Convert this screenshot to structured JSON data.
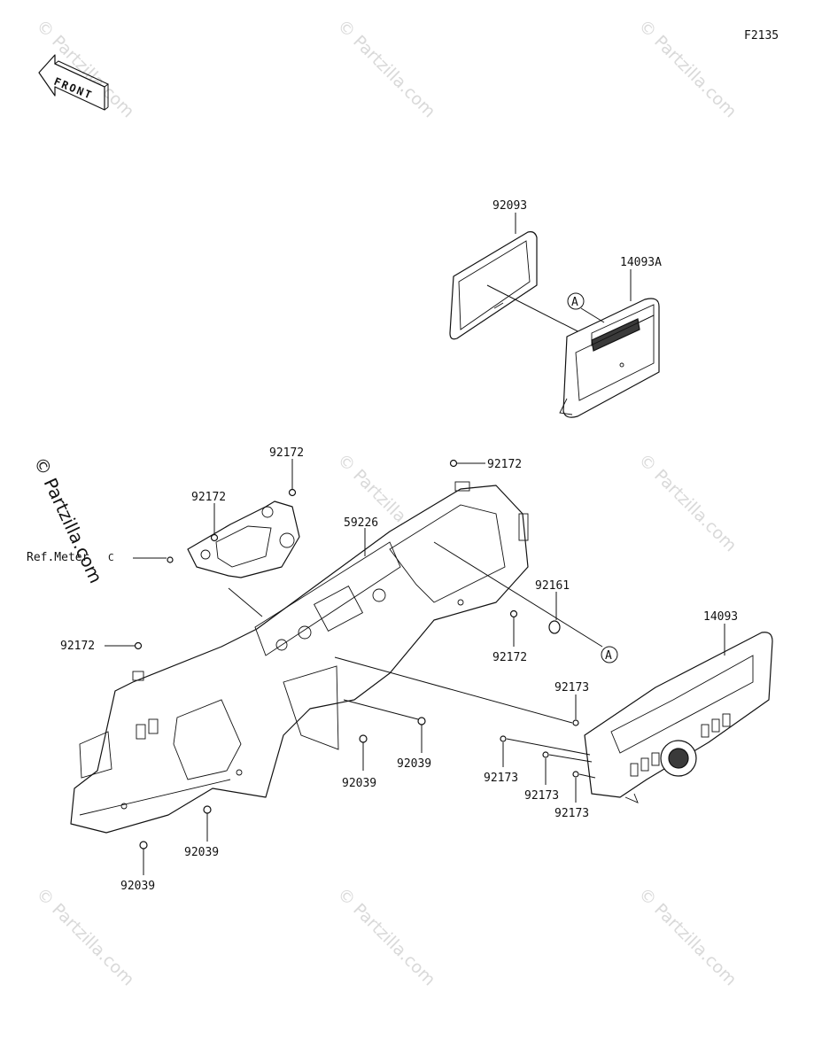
{
  "figure_code": "F2135",
  "front_arrow": {
    "label": "FRONT"
  },
  "watermark": "© Partzilla.com",
  "copyright": "© Partzilla.com",
  "ref_label": "Ref.Meter",
  "ref_circle": "C",
  "callouts": {
    "p92093": "92093",
    "p14093A": "14093A",
    "a_top": "A",
    "p92172_a": "92172",
    "p92172_b": "92172",
    "p92172_c": "92172",
    "p59226": "59226",
    "p92161": "92161",
    "p92172_d": "92172",
    "p92172_e": "92172",
    "a_bottom": "A",
    "p14093": "14093",
    "p92173_a": "92173",
    "p92039_a": "92039",
    "p92039_b": "92039",
    "p92173_b": "92173",
    "p92173_c": "92173",
    "p92173_d": "92173",
    "p92039_c": "92039",
    "p92039_d": "92039"
  }
}
